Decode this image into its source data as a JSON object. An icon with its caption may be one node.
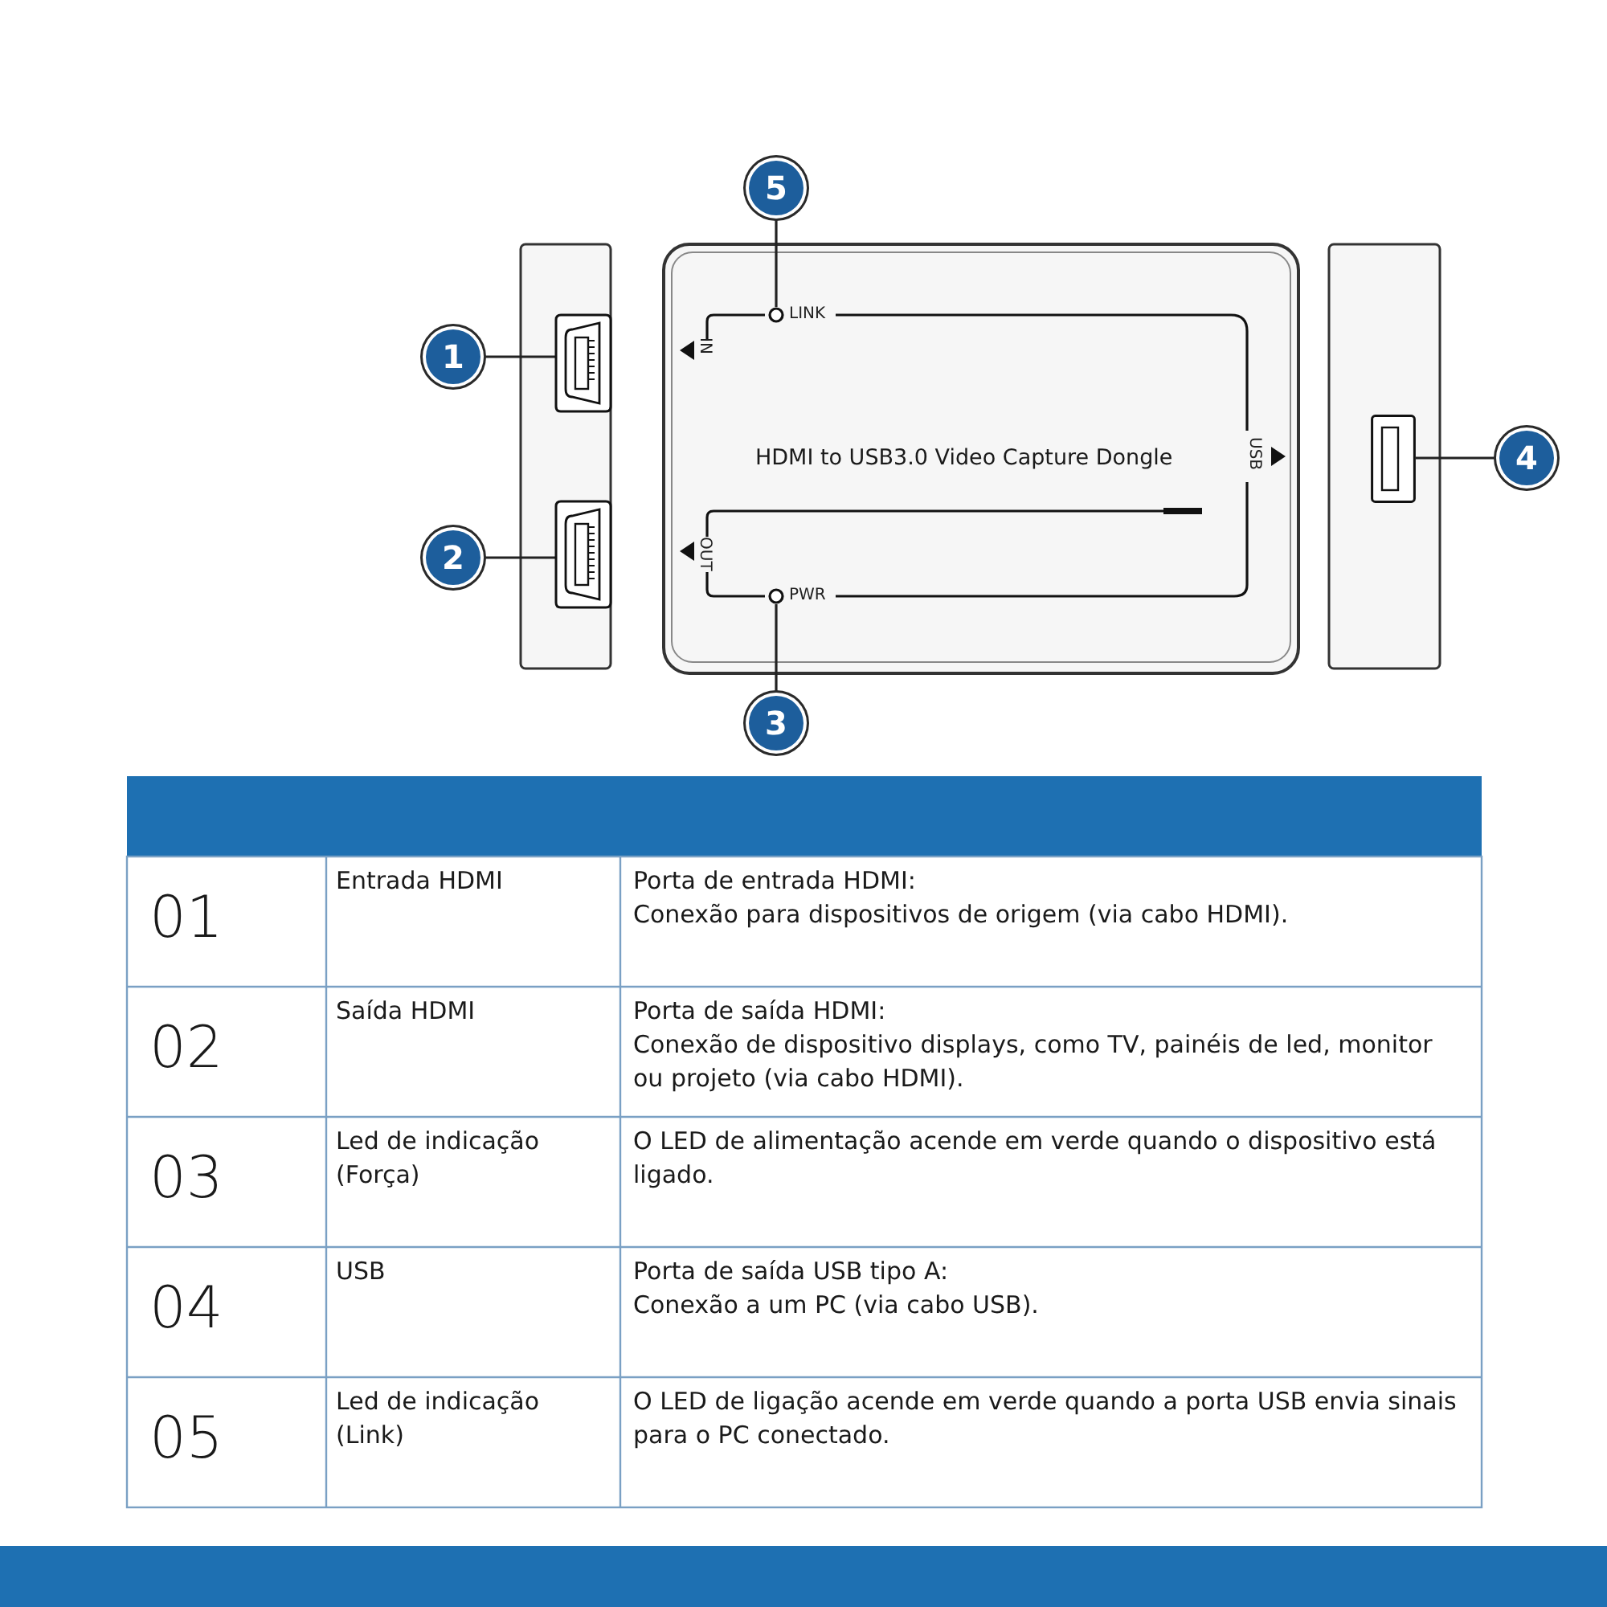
{
  "diagram": {
    "nodes": [
      {
        "text": [
          "1"
        ]
      },
      {
        "text": [
          "2"
        ]
      },
      {
        "text": [
          "3"
        ]
      },
      {
        "text": [
          "4"
        ]
      },
      {
        "text": [
          "5"
        ]
      },
      {
        "text": [],
        "shape": "box"
      },
      {
        "text": [],
        "shape": "box"
      },
      {
        "text": [],
        "shape": "circle"
      },
      {
        "text": [],
        "shape": "box"
      },
      {
        "text": [],
        "shape": "circle"
      }
    ],
    "edges": [
      {
        "from": 0,
        "to": 5,
        "arrow": "none"
      },
      {
        "from": 1,
        "to": 6,
        "arrow": "none"
      },
      {
        "from": 2,
        "to": 9,
        "arrow": "none"
      },
      {
        "from": 3,
        "to": 8,
        "arrow": "none"
      },
      {
        "from": 4,
        "to": 7,
        "arrow": "none"
      }
    ],
    "labels": [
      "LINK",
      "IN",
      "HDMI to USB3.0 Video Capture Dongle",
      "USB",
      "OUT",
      "PWR",
      "01",
      "Entrada HDMI",
      "Porta de entrada HDMI:",
      "Conexão para dispositivos de origem (via cabo HDMI).",
      "02",
      "Saída HDMI",
      "Porta de saída HDMI:",
      "Conexão de dispositivo displays, como TV, painéis de led, monitor ou projeto (via cabo HDMI).",
      "03",
      "Led de indicação (Força)",
      "O LED de alimentação acende em verde quando o dispositivo está ligado.",
      "04",
      "USB",
      "Porta de saída USB tipo A:",
      "Conexão a um PC (via cabo USB).",
      "05",
      "Led de indicação (Link)",
      "O LED de ligação acende em verde quando a porta USB envia sinais para o PC conectado."
    ]
  }
}
